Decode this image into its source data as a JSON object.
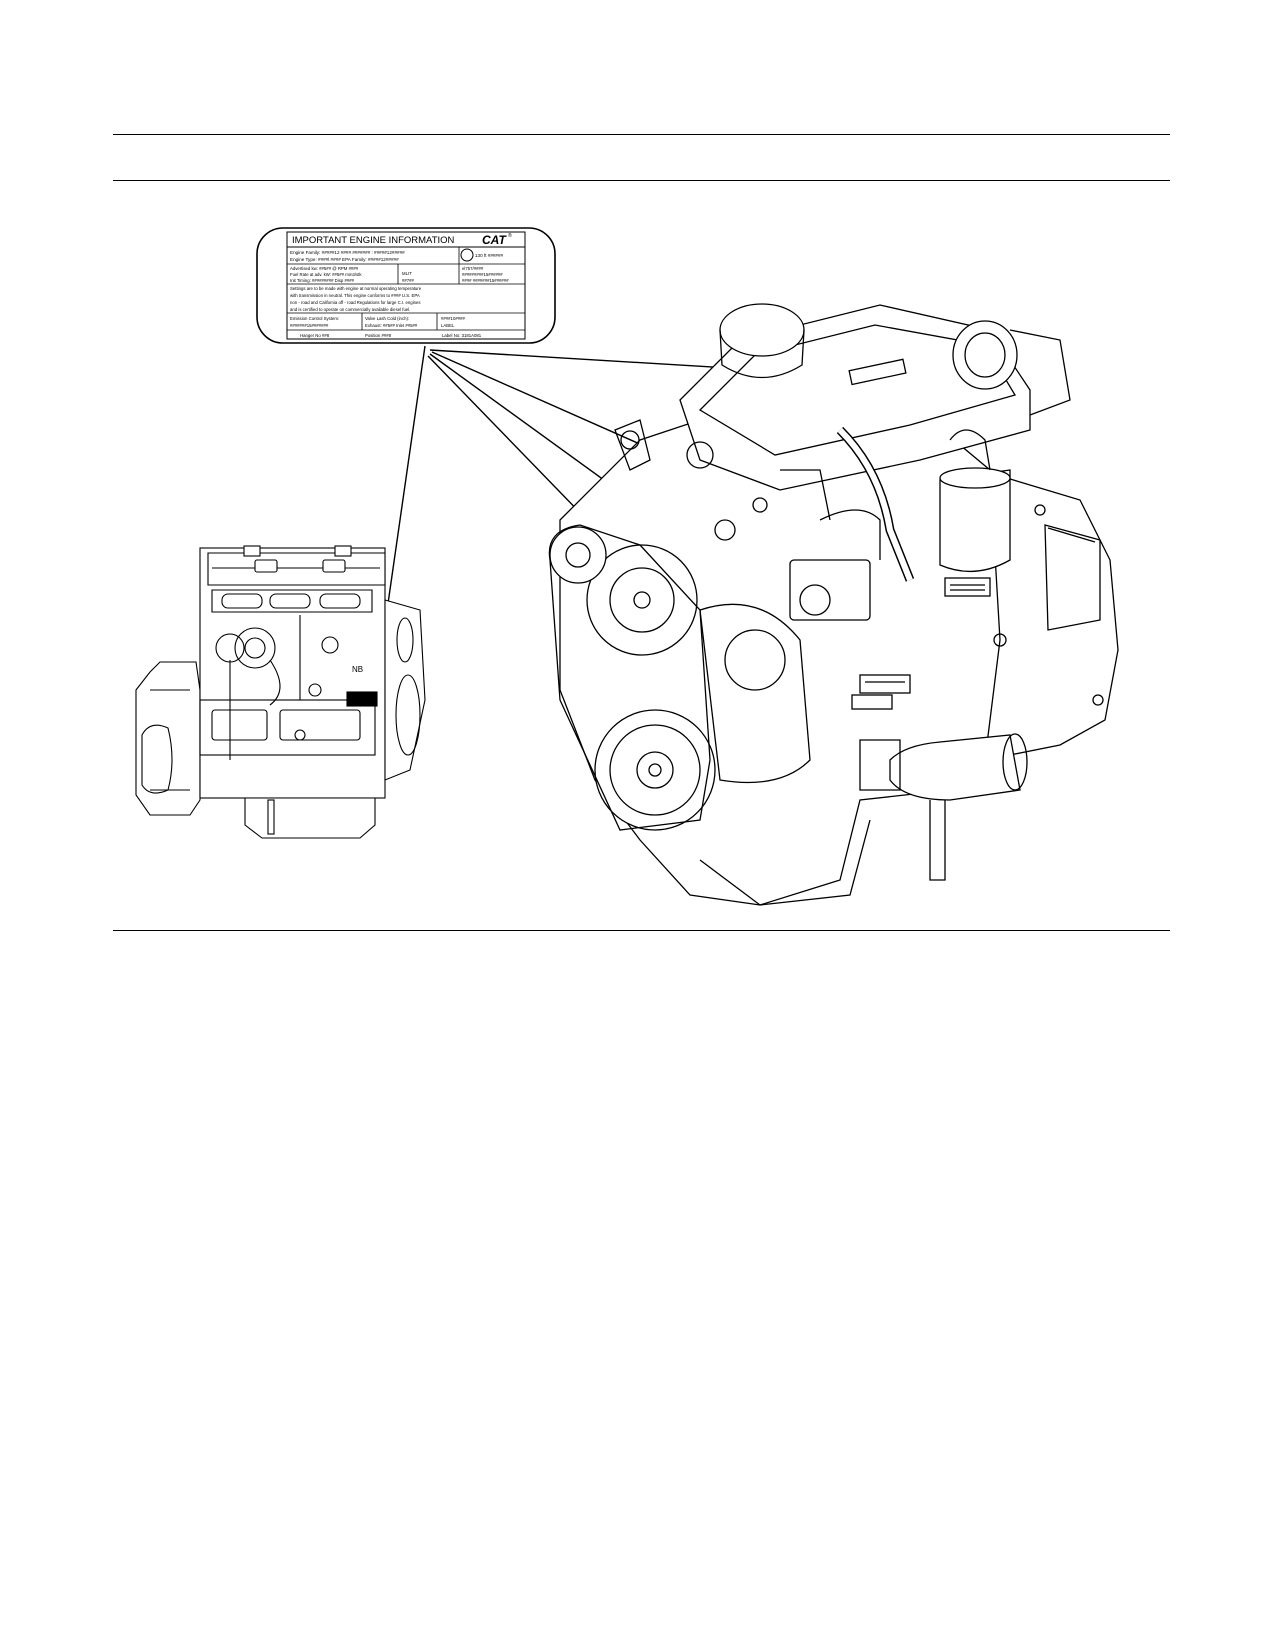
{
  "label": {
    "title": "IMPORTANT ENGINE INFORMATION",
    "brand": "CAT",
    "brand_mark": "®",
    "row1_a": "Engine Family: #####12 #### ####### : #####12#####",
    "row1_b": "Engine Type: ####l ####  EPA Family: #####12#####",
    "row1_c": "130 ft  ######",
    "row2_a": "Advertised kw: ##5## @ RPM ####",
    "row2_b": "Fuel Rate at adv. kW: ##5## mm3/stk",
    "row2_c": "Init Timing: #########  Disp ####",
    "row2_d": "MLIT",
    "row2_e": "##7##",
    "row2_f": "el757/####",
    "row2_g": "#########15######",
    "row2_h": "####  #######15######",
    "para_1": "Settings are to be made with engine at normal operating temperature",
    "para_2": "with transmission in neutral. This engine conforms to #### U.S. EPA",
    "para_3": "non - road and California off - road Regulations for large C.I. engines",
    "para_4": "and is certified to operate on commercially available diesel fuel.",
    "row4_a": "Emission Control System:",
    "row4_b": "#######15#######",
    "row4_c": "Valve Lash Cold (inch):",
    "row4_d": "Exhaust: ##5##  Inlet ##5##",
    "row4_e": "####10####",
    "row4_f": "LABEL",
    "footer_1": "Hanger No ##8",
    "footer_2": "Position ###8",
    "footer_3": "Label No: 3181A081"
  },
  "small_engine": {
    "plate_text": "NB"
  }
}
